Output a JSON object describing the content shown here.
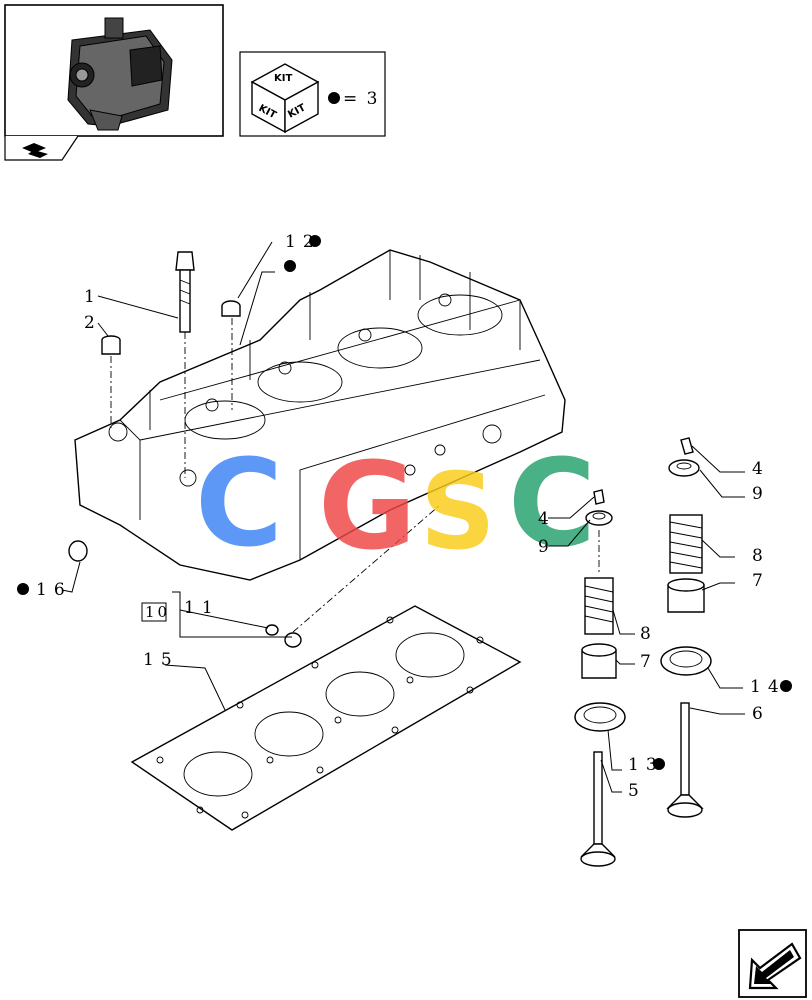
{
  "kit_box": {
    "cube_labels": [
      "KIT",
      "KIT",
      "KIT"
    ],
    "equals_value": "= 3"
  },
  "watermark": {
    "letters": [
      "C",
      "G",
      "S",
      "C"
    ],
    "colors": [
      "#3b82f6",
      "#ef4444",
      "#facc15",
      "#22a06b"
    ]
  },
  "callouts": {
    "c1": "1",
    "c2": "2",
    "c4a": "4",
    "c4b": "4",
    "c5": "5",
    "c6": "6",
    "c7a": "7",
    "c7b": "7",
    "c8a": "8",
    "c8b": "8",
    "c9a": "9",
    "c9b": "9",
    "c10": "10",
    "c11": "11",
    "c12": "12",
    "c13": "13",
    "c14": "14",
    "c15": "15",
    "c16": "16"
  }
}
